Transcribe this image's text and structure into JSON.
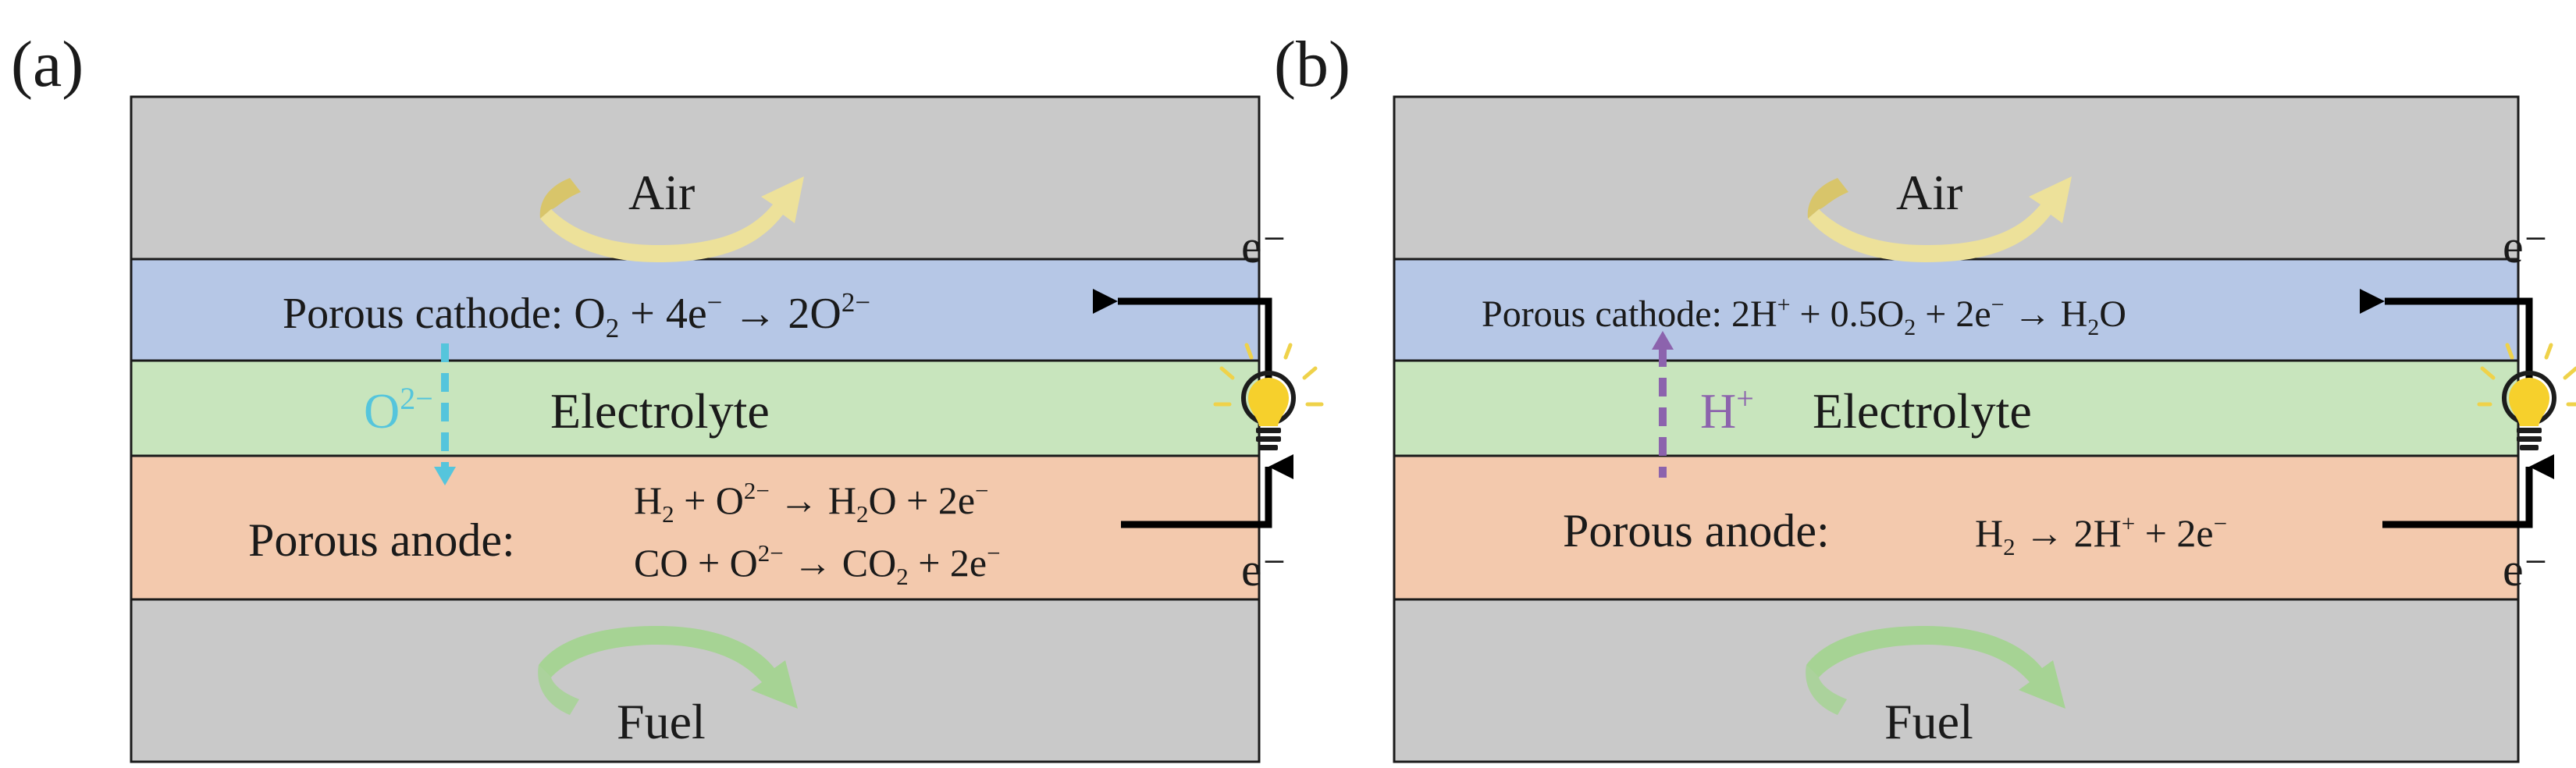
{
  "colors": {
    "gray": "#c9c9c9",
    "cathode": "#b6c7e6",
    "electrolyte": "#c8e5bd",
    "anode": "#f3c9ad",
    "border": "#1a1a1a",
    "air_arrow": "#ede19a",
    "fuel_arrow": "#a6d394",
    "o2_ion": "#55c5dc",
    "h_ion": "#8c63ad",
    "bulb": "#f6d02c",
    "bulb_glow": "#efd24a",
    "bulb_base": "#1c1c1c",
    "wire": "#000000"
  },
  "panels": [
    {
      "label": "(a)",
      "air": "Air",
      "fuel": "Fuel",
      "electrolyte": "Electrolyte",
      "cathode": {
        "prefix": "Porous cathode: ",
        "parts": [
          [
            "O",
            ""
          ],
          [
            "2",
            "sub"
          ],
          [
            " + 4e",
            ""
          ],
          [
            "−",
            "sup"
          ],
          [
            " → 2O",
            ""
          ],
          [
            "2−",
            "sup"
          ]
        ]
      },
      "anode": {
        "prefix": "Porous anode: ",
        "lines": [
          [
            [
              "H",
              ""
            ],
            [
              "2",
              "sub"
            ],
            [
              " + O",
              ""
            ],
            [
              "2−",
              "sup"
            ],
            [
              " → H",
              ""
            ],
            [
              "2",
              "sub"
            ],
            [
              "O + 2e",
              ""
            ],
            [
              "−",
              "sup"
            ]
          ],
          [
            [
              "CO + O",
              ""
            ],
            [
              "2−",
              "sup"
            ],
            [
              " → CO",
              ""
            ],
            [
              "2",
              "sub"
            ],
            [
              " + 2e",
              ""
            ],
            [
              "−",
              "sup"
            ]
          ]
        ]
      },
      "ion": [
        [
          "O",
          ""
        ],
        [
          "2−",
          "sup"
        ]
      ],
      "ion_direction": "down",
      "electron_top": "e⁻",
      "electron_bottom": "e⁻"
    },
    {
      "label": "(b)",
      "air": "Air",
      "fuel": "Fuel",
      "electrolyte": "Electrolyte",
      "cathode": {
        "prefix": "Porous cathode: ",
        "parts": [
          [
            "2H",
            ""
          ],
          [
            "+",
            "sup"
          ],
          [
            " + 0.5O",
            ""
          ],
          [
            "2",
            "sub"
          ],
          [
            " + 2e",
            ""
          ],
          [
            "−",
            "sup"
          ],
          [
            " → H",
            ""
          ],
          [
            "2",
            "sub"
          ],
          [
            "O",
            ""
          ]
        ]
      },
      "anode": {
        "prefix": "Porous anode: ",
        "lines": [
          [
            [
              "H",
              ""
            ],
            [
              "2",
              "sub"
            ],
            [
              "  → 2H",
              ""
            ],
            [
              "+",
              "sup"
            ],
            [
              " + 2e",
              ""
            ],
            [
              "−",
              "sup"
            ]
          ]
        ]
      },
      "ion": [
        [
          "H",
          ""
        ],
        [
          "+",
          "sup"
        ]
      ],
      "ion_direction": "up",
      "electron_top": "e⁻",
      "electron_bottom": "e⁻"
    }
  ]
}
